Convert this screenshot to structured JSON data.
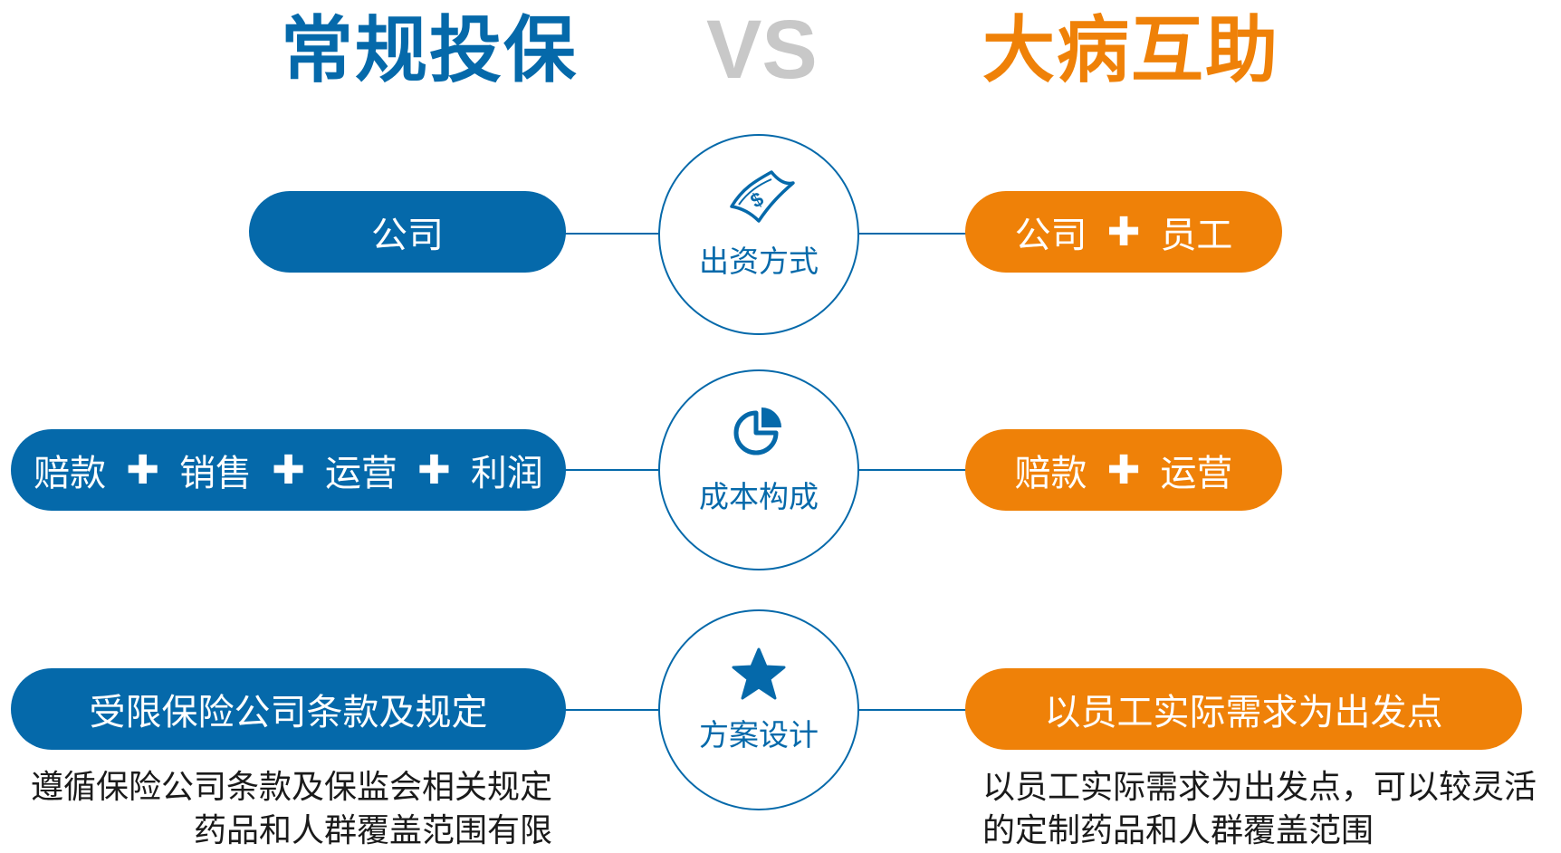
{
  "header": {
    "left_title": "常规投保",
    "vs": "VS",
    "right_title": "大病互助"
  },
  "colors": {
    "blue": "#0569aa",
    "orange": "#ef8108",
    "vs_gray": "#c8c8c8"
  },
  "rows": [
    {
      "center_icon": "money-icon",
      "center_label": "出资方式",
      "left_parts": [
        "公司"
      ],
      "right_parts": [
        "公司",
        "员工"
      ]
    },
    {
      "center_icon": "pie-chart-icon",
      "center_label": "成本构成",
      "left_parts": [
        "赔款",
        "销售",
        "运营",
        "利润"
      ],
      "right_parts": [
        "赔款",
        "运营"
      ]
    },
    {
      "center_icon": "star-icon",
      "center_label": "方案设计",
      "left_parts": [
        "受限保险公司条款及规定"
      ],
      "right_parts": [
        "以员工实际需求为出发点"
      ]
    }
  ],
  "plus_symbol": "✚",
  "descriptions": {
    "left": [
      "遵循保险公司条款及保监会相关规定",
      "药品和人群覆盖范围有限"
    ],
    "right": [
      "以员工实际需求为出发点，可以较灵活",
      "的定制药品和人群覆盖范围"
    ]
  }
}
